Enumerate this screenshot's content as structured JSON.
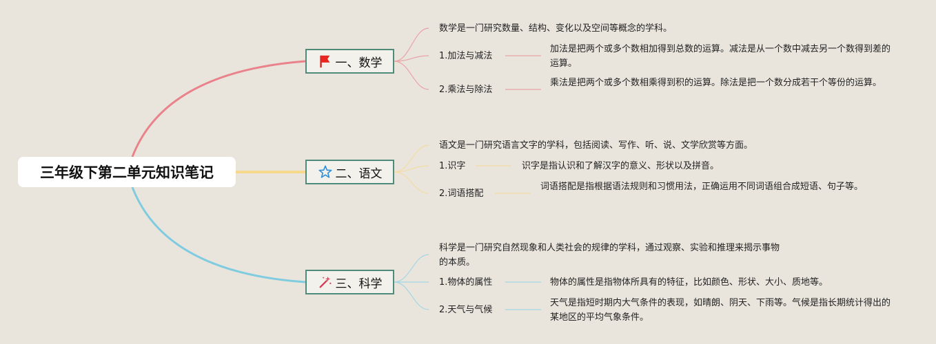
{
  "root": {
    "title": "三年级下第二单元知识笔记"
  },
  "branches": [
    {
      "title": "一、数学",
      "icon": "red-flag-icon",
      "color": "#e9828a",
      "summary": "数学是一门研究数量、结构、变化以及空间等概念的学科。",
      "items": [
        {
          "label": "1.加法与减法",
          "detail": "加法是把两个或多个数相加得到总数的运算。减法是从一个数中减去另一个数得到差的运算。"
        },
        {
          "label": "2.乘法与除法",
          "detail": "乘法是把两个或多个数相乘得到积的运算。除法是把一个数分成若干个等份的运算。"
        }
      ]
    },
    {
      "title": "二、语文",
      "icon": "blue-star-icon",
      "color": "#f7d98d",
      "summary": "语文是一门研究语言文字的学科，包括阅读、写作、听、说、文学欣赏等方面。",
      "items": [
        {
          "label": "1.识字",
          "detail": "识字是指认识和了解汉字的意义、形状以及拼音。"
        },
        {
          "label": "2.词语搭配",
          "detail": "词语搭配是指根据语法规则和习惯用法，正确运用不同词语组合成短语、句子等。"
        }
      ]
    },
    {
      "title": "三、科学",
      "icon": "magic-wand-icon",
      "color": "#7fcbe0",
      "summary": "科学是一门研究自然现象和人类社会的规律的学科，通过观察、实验和推理来揭示事物的本质。",
      "items": [
        {
          "label": "1.物体的属性",
          "detail": "物体的属性是指物体所具有的特征，比如颜色、形状、大小、质地等。"
        },
        {
          "label": "2.天气与气候",
          "detail": "天气是指短时期内大气条件的表现，如晴朗、阴天、下雨等。气候是指长期统计得出的某地区的平均气象条件。"
        }
      ]
    }
  ]
}
